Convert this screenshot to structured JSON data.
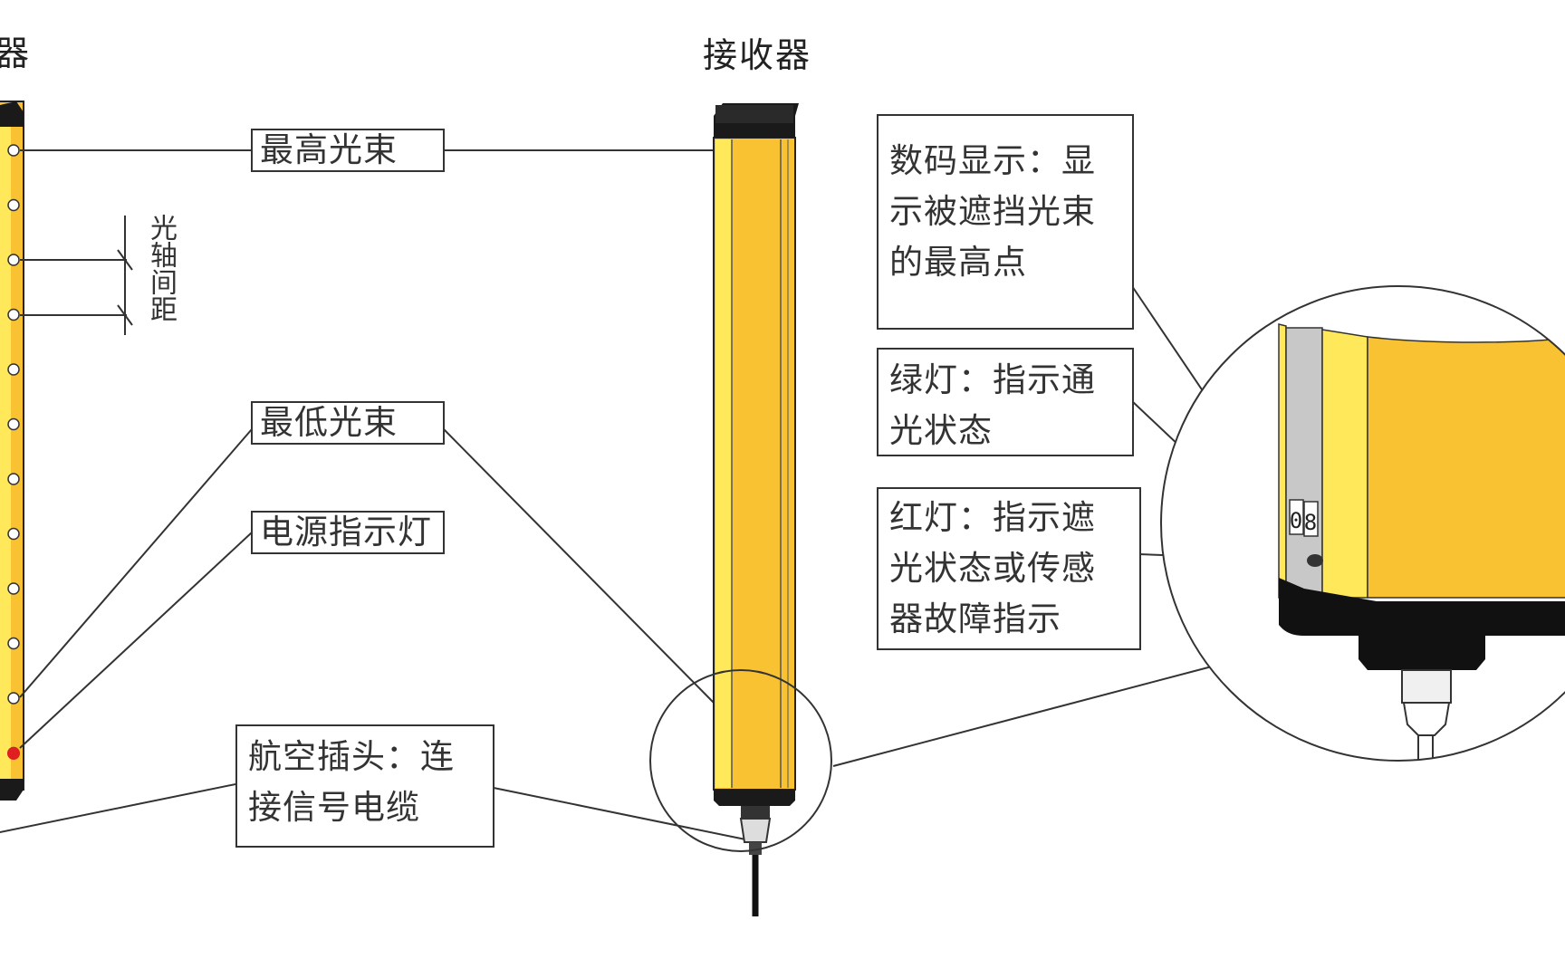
{
  "titles": {
    "emitter_fragment": "器",
    "receiver": "接收器"
  },
  "labels": {
    "top_beam": "最高光束",
    "bottom_beam": "最低光束",
    "power_indicator": "电源指示灯",
    "connector": "航空插头：连\n接信号电缆",
    "beam_spacing": "光轴间距"
  },
  "callouts": {
    "digital_display": "数码显示：显\n示被遮挡光束\n的最高点",
    "green_light": "绿灯：指示通\n光状态",
    "red_light": "红灯：指示遮\n光状态或传感\n器故障指示"
  },
  "display_digits": [
    "0",
    "8"
  ],
  "colors": {
    "housing_yellow": "#F8C232",
    "housing_light": "#FFE95A",
    "cap_black": "#1a1a1a",
    "line": "#333333",
    "red_led": "#e02020",
    "grey_panel": "#c8c8c8"
  }
}
